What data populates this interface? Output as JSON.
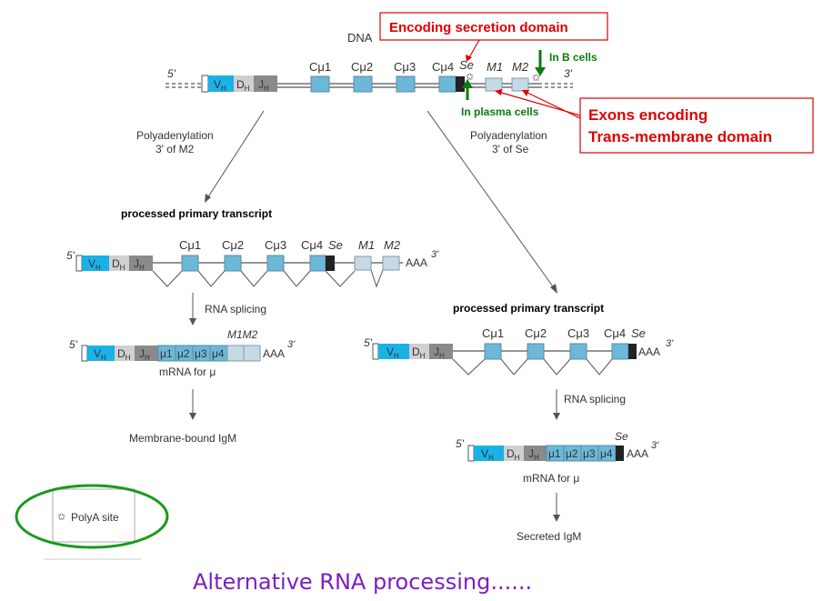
{
  "dna": {
    "label": "DNA",
    "five_prime": "5'",
    "three_prime": "3'",
    "vh_main": "V",
    "vh_sub": "H",
    "dh_main": "D",
    "dh_sub": "H",
    "jh_main": "J",
    "jh_sub": "H",
    "c1": "Cμ1",
    "c2": "Cμ2",
    "c3": "Cμ3",
    "c4": "Cμ4",
    "se": "Se",
    "m1": "M1",
    "m2": "M2"
  },
  "callouts": {
    "secretion": "Encoding secretion domain",
    "tm_line1": "Exons encoding",
    "tm_line2": "Trans-membrane domain",
    "b_cells": "In B cells",
    "plasma_cells": "In plasma cells"
  },
  "branches": {
    "left_poly_line1": "Polyadenylation",
    "left_poly_line2": "3' of M2",
    "right_poly_line1": "Polyadenylation",
    "right_poly_line2": "3' of Se"
  },
  "left": {
    "processed_label": "processed primary transcript",
    "aaa": "AAA",
    "splicing": "RNA splicing",
    "mrna_m1m2": "M1M2",
    "mu1": "μ1",
    "mu2": "μ2",
    "mu3": "μ3",
    "mu4": "μ4",
    "mrna_label": "mRNA for μ",
    "product": "Membrane-bound IgM"
  },
  "right": {
    "processed_label": "processed primary transcript",
    "aaa": "AAA",
    "splicing": "RNA splicing",
    "mrna_label": "mRNA for μ",
    "product": "Secreted IgM"
  },
  "legend": {
    "star": "✩",
    "polya": "PolyA site"
  },
  "footer": {
    "title": "Alternative RNA processing......"
  },
  "colors": {
    "vh": "#1ab2e6",
    "cexon": "#6cb8d8",
    "mexon": "#c7d9e4",
    "se": "#222222",
    "red": "#e00000",
    "green": "#0a7d0a",
    "purple": "#7a1fc4"
  }
}
